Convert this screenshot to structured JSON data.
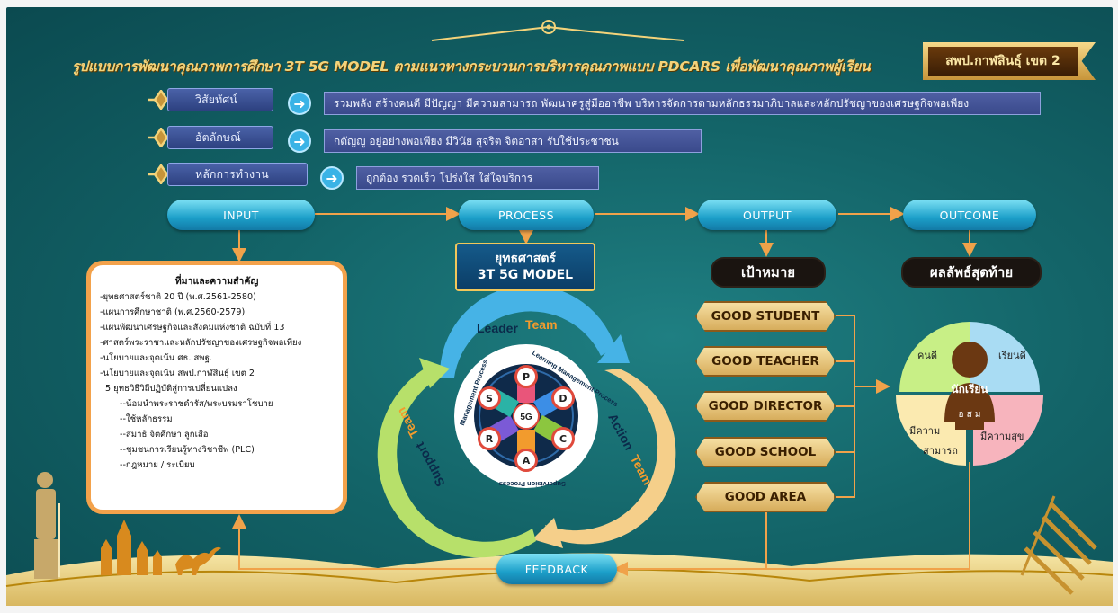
{
  "title": "รูปแบบการพัฒนาคุณภาพการศึกษา 3T 5G MODEL ตามแนวทางกระบวนการบริหารคุณภาพแบบ PDCARS เพื่อพัฒนาคุณภาพผู้เรียน",
  "badge": "สพป.กาฬสินธุ์ เขต 2",
  "rows": [
    {
      "label": "วิสัยทัศน์",
      "text": "รวมพลัง สร้างคนดี มีปัญญา มีความสามารถ พัฒนาครูสู่มืออาชีพ บริหารจัดการตามหลักธรรมาภิบาลและหลักปรัชญาของเศรษฐกิจพอเพียง"
    },
    {
      "label": "อัตลักษณ์",
      "text": "กตัญญู อยู่อย่างพอเพียง มีวินัย สุจริต จิตอาสา รับใช้ประชาชน"
    },
    {
      "label": "หลักการทำงาน",
      "text": "ถูกต้อง  รวดเร็ว  โปร่งใส  ใส่ใจบริการ"
    }
  ],
  "flow": {
    "input": "INPUT",
    "process": "PROCESS",
    "output": "OUTPUT",
    "outcome": "OUTCOME",
    "feedback": "FEEDBACK"
  },
  "sources": {
    "heading": "ที่มาและความสำคัญ",
    "items": [
      "-ยุทธศาสตร์ชาติ 20 ปี (พ.ศ.2561-2580)",
      "-แผนการศึกษาชาติ (พ.ศ.2560-2579)",
      "-แผนพัฒนาเศรษฐกิจและสังคมแห่งชาติ ฉบับที่ 13",
      "-ศาสตร์พระราชาและหลักปรัชญาของเศรษฐกิจพอเพียง",
      "-นโยบายและจุดเน้น ศธ. สพฐ.",
      "-นโยบายและจุดเน้น สพป.กาฬสินธุ์ เขต 2"
    ],
    "sub_heading": "5 ยุทธวิธีวิถีปฏิบัติสู่การเปลี่ยนแปลง",
    "sub_items": [
      "--น้อมนำพระราชดำรัส/พระบรมราโชบาย",
      "--ใช้หลักธรรม",
      "--สมาธิ จิตศึกษา ลูกเสือ",
      "--ชุมชนการเรียนรู้ทางวิชาชีพ (PLC)",
      "--กฎหมาย / ระเบียบ"
    ]
  },
  "strategy": {
    "line1": "ยุทธศาสตร์",
    "line2": "3T 5G MODEL"
  },
  "cycle": {
    "leader_a": "Leader",
    "leader_b": "Team",
    "action_a": "Action",
    "action_b": "Team",
    "support_a": "Support",
    "support_b": "Team",
    "inner_top": "Learning Management Process",
    "inner_left": "Management Process",
    "inner_bottom": "Supervision Process",
    "center": "5G",
    "nodes": [
      "P",
      "D",
      "C",
      "A",
      "R",
      "S"
    ]
  },
  "output_heading": "เป้าหมาย",
  "goals": [
    "GOOD STUDENT",
    "GOOD TEACHER",
    "GOOD DIRECTOR",
    "GOOD SCHOOL",
    "GOOD AREA"
  ],
  "outcome_heading": "ผลลัพธ์สุดท้าย",
  "outcome": {
    "q1": "คนดี",
    "q2": "เรียนดี",
    "q3": "มีความ",
    "q3b": "สามารถ",
    "q4": "มีความสุข",
    "center": "นักเรียน",
    "base": "อ ส ม"
  },
  "colors": {
    "teal": "#136468",
    "gold": "#f3d37a",
    "pill": "#1c9fc9",
    "quad_green": "#c8ef86",
    "quad_blue": "#a9dcf3",
    "quad_yellow": "#fbeab0",
    "quad_pink": "#f7b4bd"
  }
}
